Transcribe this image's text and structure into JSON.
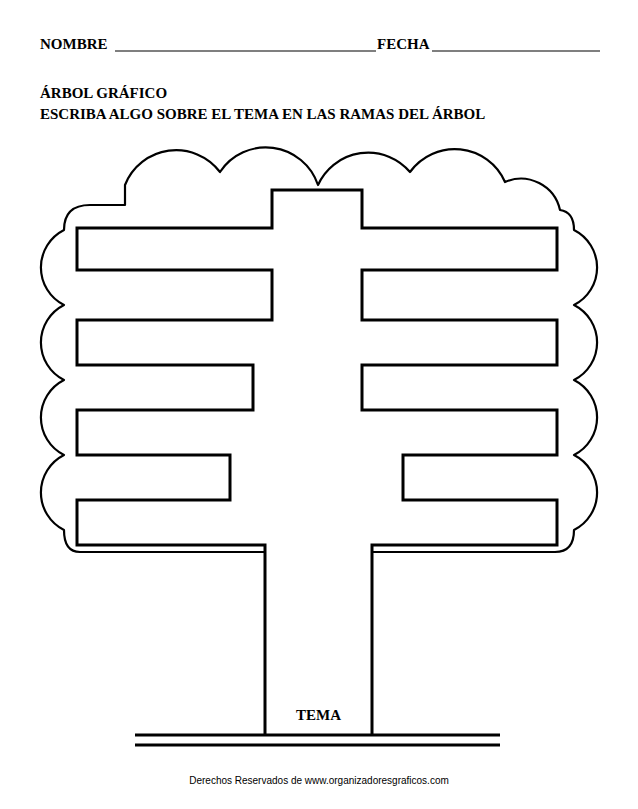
{
  "diagram": {
    "title": "ÁRBOL GRÁFICO",
    "caption": "Derechos Reservados de www.organizadoresgraficos.com",
    "nodes": [
      {
        "text": [
          "TEMA"
        ]
      }
    ],
    "labels": [
      "NOMBRE",
      "FECHA",
      "ESCRIBA ALGO SOBRE EL TEMA EN LAS RAMAS DEL ÁRBOL"
    ]
  }
}
